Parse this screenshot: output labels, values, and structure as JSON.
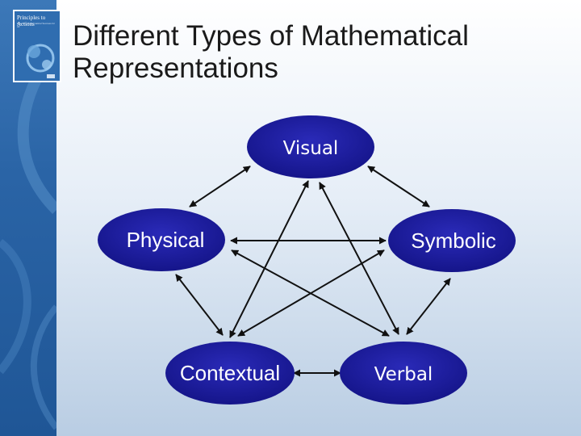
{
  "slide": {
    "title_line1": "Different Types of Mathematical",
    "title_line2": "Representations"
  },
  "logo": {
    "text": "Principles to Actions",
    "subtitle": "Ensuring Mathematical Success for All"
  },
  "diagram": {
    "nodes": {
      "visual": "Visual",
      "physical": "Physical",
      "symbolic": "Symbolic",
      "contextual": "Contextual",
      "verbal": "Verbal"
    },
    "connections": [
      [
        "Visual",
        "Physical"
      ],
      [
        "Visual",
        "Symbolic"
      ],
      [
        "Visual",
        "Contextual"
      ],
      [
        "Visual",
        "Verbal"
      ],
      [
        "Physical",
        "Symbolic"
      ],
      [
        "Physical",
        "Contextual"
      ],
      [
        "Physical",
        "Verbal"
      ],
      [
        "Symbolic",
        "Contextual"
      ],
      [
        "Symbolic",
        "Verbal"
      ],
      [
        "Contextual",
        "Verbal"
      ]
    ]
  },
  "colors": {
    "node_fill": "#1a1a9c",
    "arrow": "#111111",
    "band": "#2a64a6"
  }
}
